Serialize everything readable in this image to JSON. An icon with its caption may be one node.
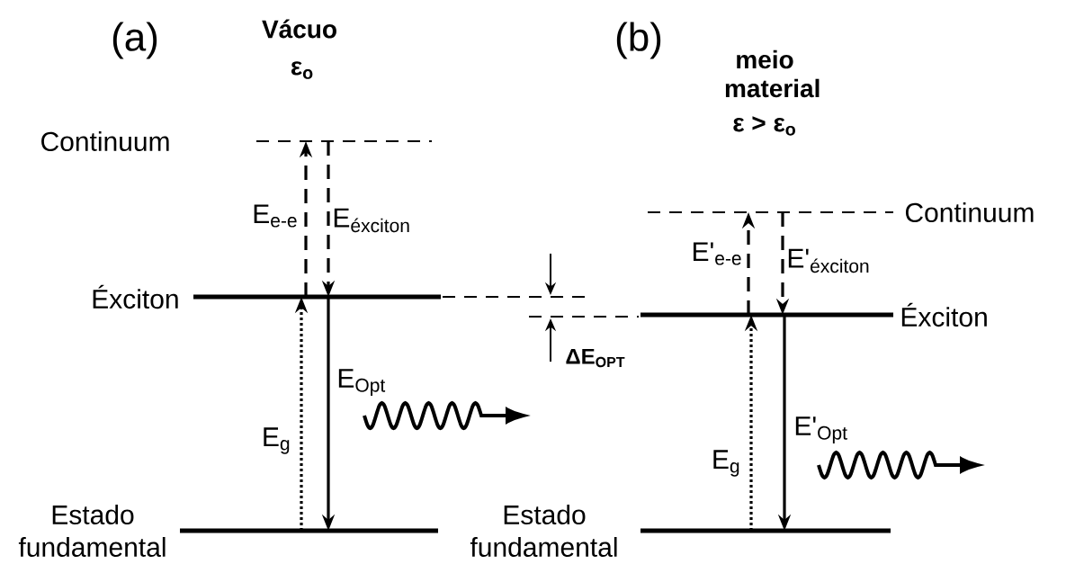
{
  "diagram": {
    "nodes": [
      {
        "text": [
          "Continuum"
        ]
      },
      {
        "text": [
          "Éxciton"
        ]
      },
      {
        "text": [
          "Estado fundamental"
        ]
      },
      {
        "text": [
          "Continuum"
        ]
      },
      {
        "text": [
          "Éxciton"
        ]
      },
      {
        "text": [
          "Estado fundamental"
        ]
      }
    ],
    "edges": [
      {
        "from": 1,
        "to": 0,
        "arrow": "to",
        "style": "dashed",
        "label": "E$_{e-e}$"
      },
      {
        "from": 0,
        "to": 1,
        "arrow": "to",
        "style": "dashed",
        "label": "E$_{éxciton}$"
      },
      {
        "from": 2,
        "to": 1,
        "arrow": "to",
        "style": "dashed",
        "label": "E$_{g}$"
      },
      {
        "from": 1,
        "to": 2,
        "arrow": "to",
        "label": "E$_{Opt}$"
      },
      {
        "from": 4,
        "to": 3,
        "arrow": "to",
        "style": "dashed",
        "label": "E'$_{e-e}$"
      },
      {
        "from": 3,
        "to": 4,
        "arrow": "to",
        "style": "dashed",
        "label": "E'$_{éxciton}$"
      },
      {
        "from": 5,
        "to": 4,
        "arrow": "to",
        "style": "dashed",
        "label": "E$_{g}$"
      },
      {
        "from": 4,
        "to": 5,
        "arrow": "to",
        "label": "E'$_{Opt}$"
      }
    ],
    "labels": [
      "(a)",
      "Vácuo",
      "ε$_{o}$",
      "(b)",
      "meio material",
      "ε > ε$_{o}$",
      "ΔE$_{OPT}$"
    ]
  }
}
